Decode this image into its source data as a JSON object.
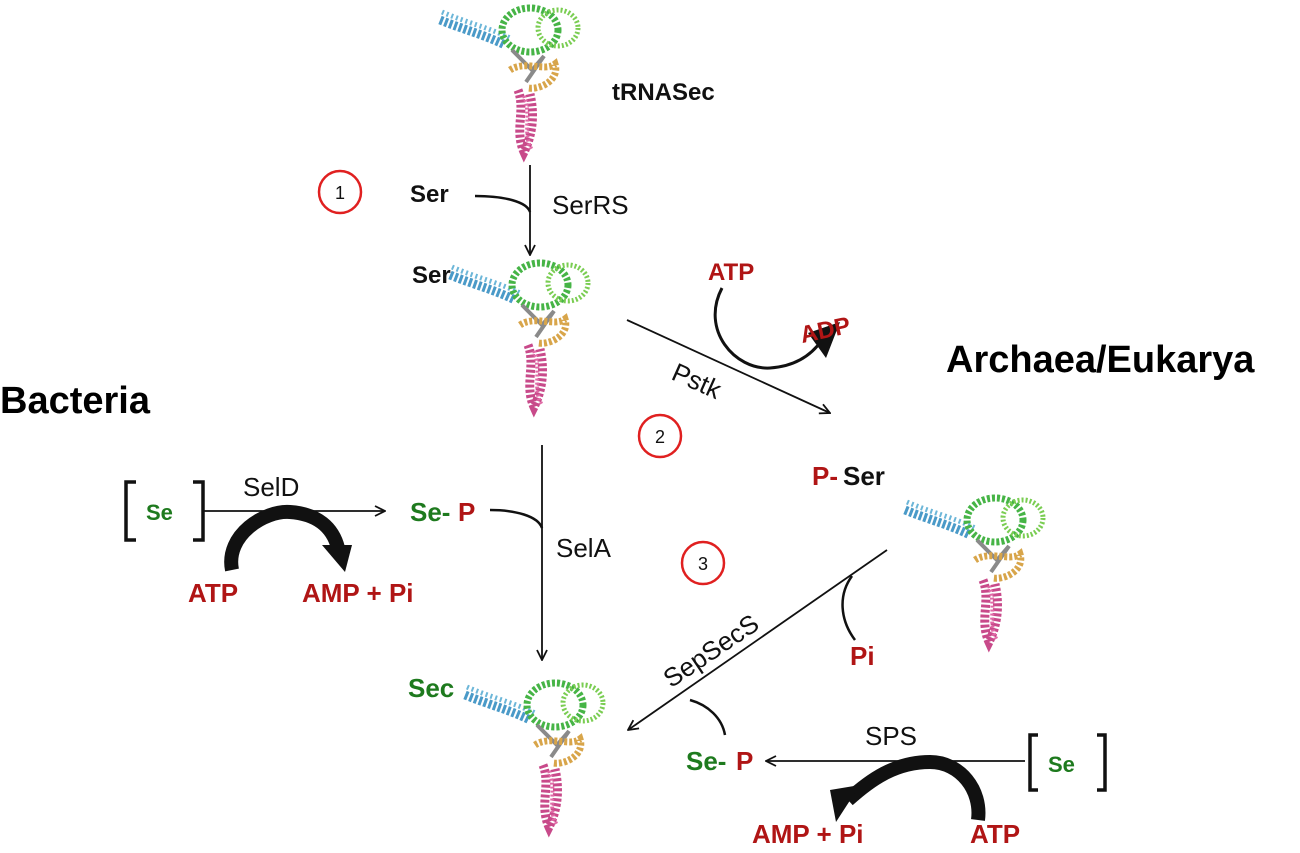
{
  "title_labels": {
    "trna": "tRNASec",
    "bacteria": "Bacteria",
    "archaea": "Archaea/Eukarya"
  },
  "steps": [
    "1",
    "2",
    "3"
  ],
  "substrates": {
    "ser_top": "Ser",
    "ser_trna": "Ser",
    "p_ser_p": "P-",
    "p_ser_ser": "Ser",
    "sec": "Sec"
  },
  "enzymes": {
    "serrs": "SerRS",
    "pstk": "Pstk",
    "seld": "SelD",
    "sela": "SelA",
    "sepsecs": "SepSecS",
    "sps": "SPS"
  },
  "bacteria_branch": {
    "se": "Se",
    "se_p_se": "Se-",
    "se_p_p": "P",
    "atp": "ATP",
    "amp_pi": "AMP + Pi"
  },
  "archaea_branch": {
    "atp": "ATP",
    "adp": "ADP",
    "pi": "Pi",
    "se": "Se",
    "se_p_se": "Se-",
    "se_p_p": "P",
    "amp_pi": "AMP + Pi",
    "atp2": "ATP"
  },
  "colors": {
    "red": "#b01515",
    "green": "#1e7a1e",
    "black": "#111111",
    "step_circle": "#e02020"
  }
}
